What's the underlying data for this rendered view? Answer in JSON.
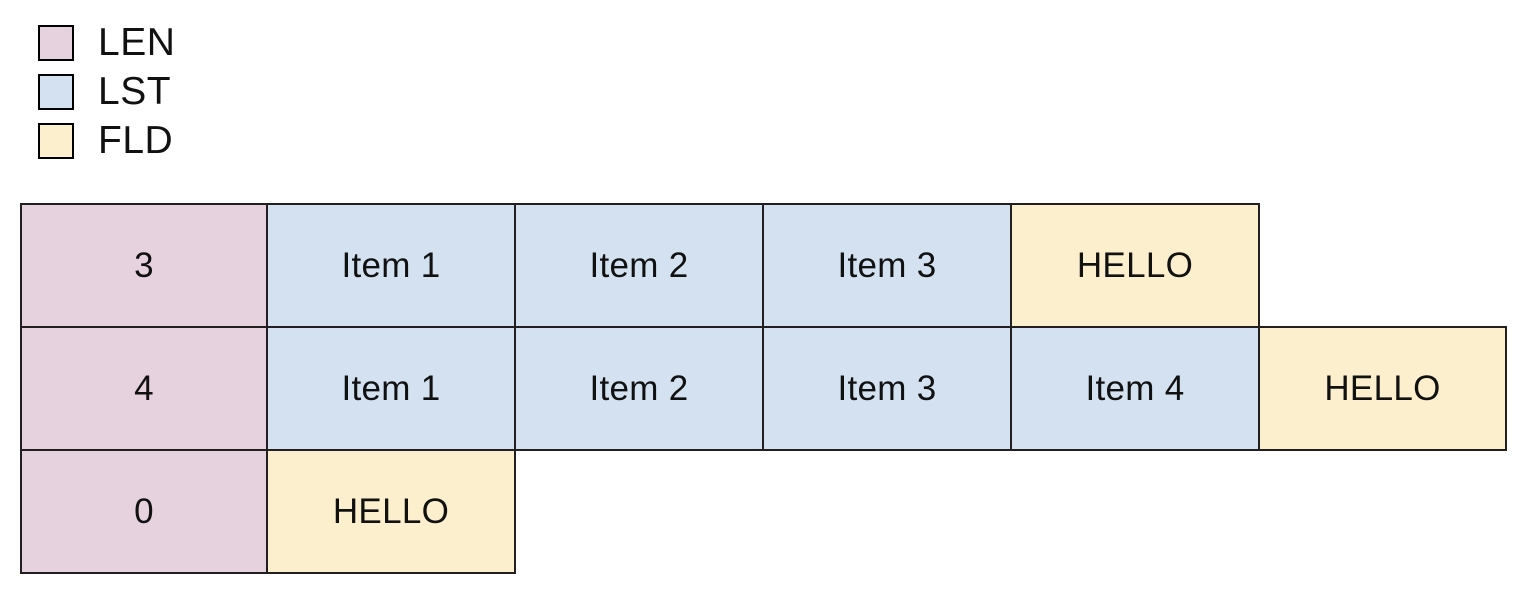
{
  "legend": {
    "items": [
      {
        "label": "LEN",
        "color": "#E5D2DE"
      },
      {
        "label": "LST",
        "color": "#D4E1F1"
      },
      {
        "label": "FLD",
        "color": "#FCEFCD"
      }
    ]
  },
  "colors": {
    "len": "#E5D2DE",
    "lst": "#D4E1F1",
    "fld": "#FCEFCD",
    "border": "#231f20",
    "background": "#ffffff",
    "text": "#111111"
  },
  "table": {
    "rows": [
      {
        "cells": [
          {
            "text": "3",
            "type": "LEN"
          },
          {
            "text": "Item 1",
            "type": "LST"
          },
          {
            "text": "Item 2",
            "type": "LST"
          },
          {
            "text": "Item 3",
            "type": "LST"
          },
          {
            "text": "HELLO",
            "type": "FLD"
          }
        ]
      },
      {
        "cells": [
          {
            "text": "4",
            "type": "LEN"
          },
          {
            "text": "Item 1",
            "type": "LST"
          },
          {
            "text": "Item 2",
            "type": "LST"
          },
          {
            "text": "Item 3",
            "type": "LST"
          },
          {
            "text": "Item 4",
            "type": "LST"
          },
          {
            "text": "HELLO",
            "type": "FLD"
          }
        ]
      },
      {
        "cells": [
          {
            "text": "0",
            "type": "LEN"
          },
          {
            "text": "HELLO",
            "type": "FLD"
          }
        ]
      }
    ]
  }
}
